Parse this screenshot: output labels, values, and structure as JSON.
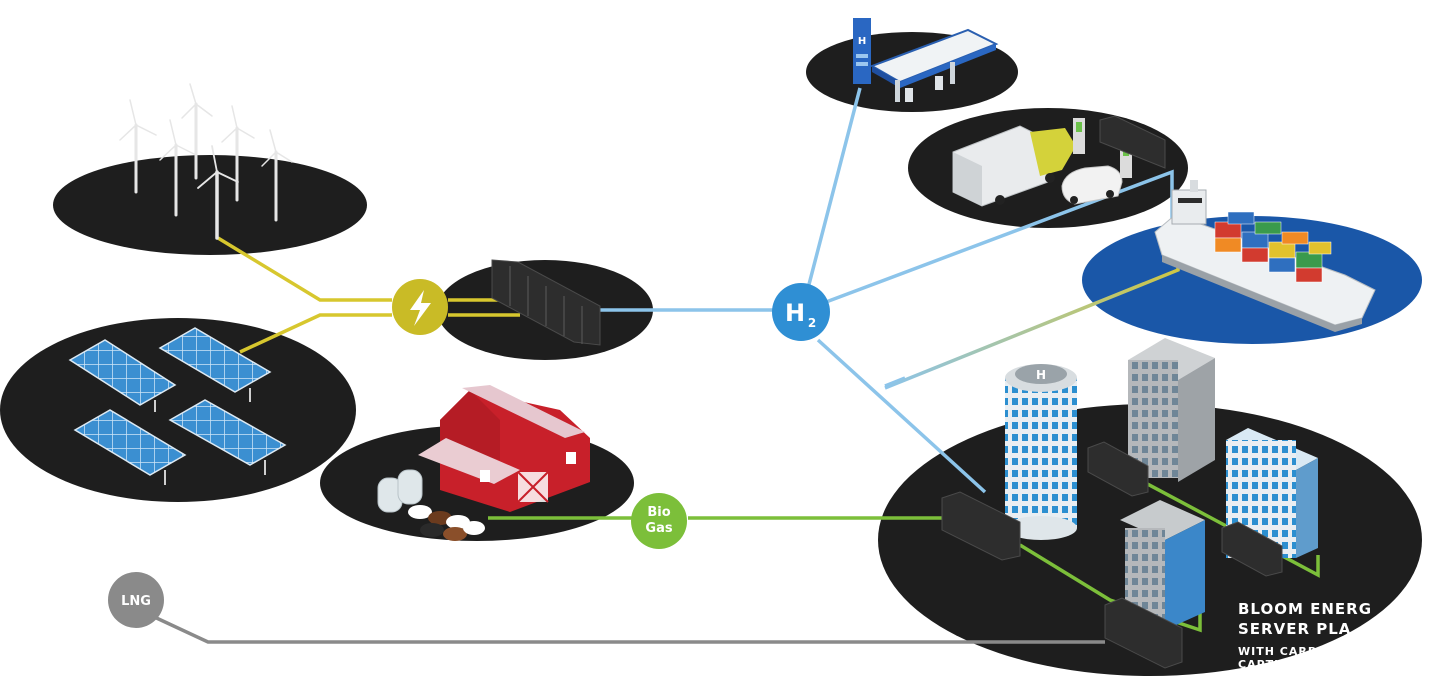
{
  "hubs": {
    "hydrogen": {
      "main": "H",
      "subscript": "2"
    },
    "biogas": {
      "line1": "Bio",
      "line2": "Gas"
    },
    "lng": {
      "label": "LNG"
    }
  },
  "plant": {
    "title_line1": "BLOOM ENERG",
    "title_line2": "SERVER PLA",
    "subtitle_line1": "WITH CARB",
    "subtitle_line2": "CAPTUR"
  },
  "colors": {
    "platform": "#1e1e1e",
    "ship_platform": "#1a57a8",
    "electric_line": "#d7c72e",
    "hydrogen_line": "#8cc4ea",
    "hydrogen_hub": "#2f8fd4",
    "biogas_line": "#7cbf3a",
    "lng_line": "#8a8a8a"
  }
}
